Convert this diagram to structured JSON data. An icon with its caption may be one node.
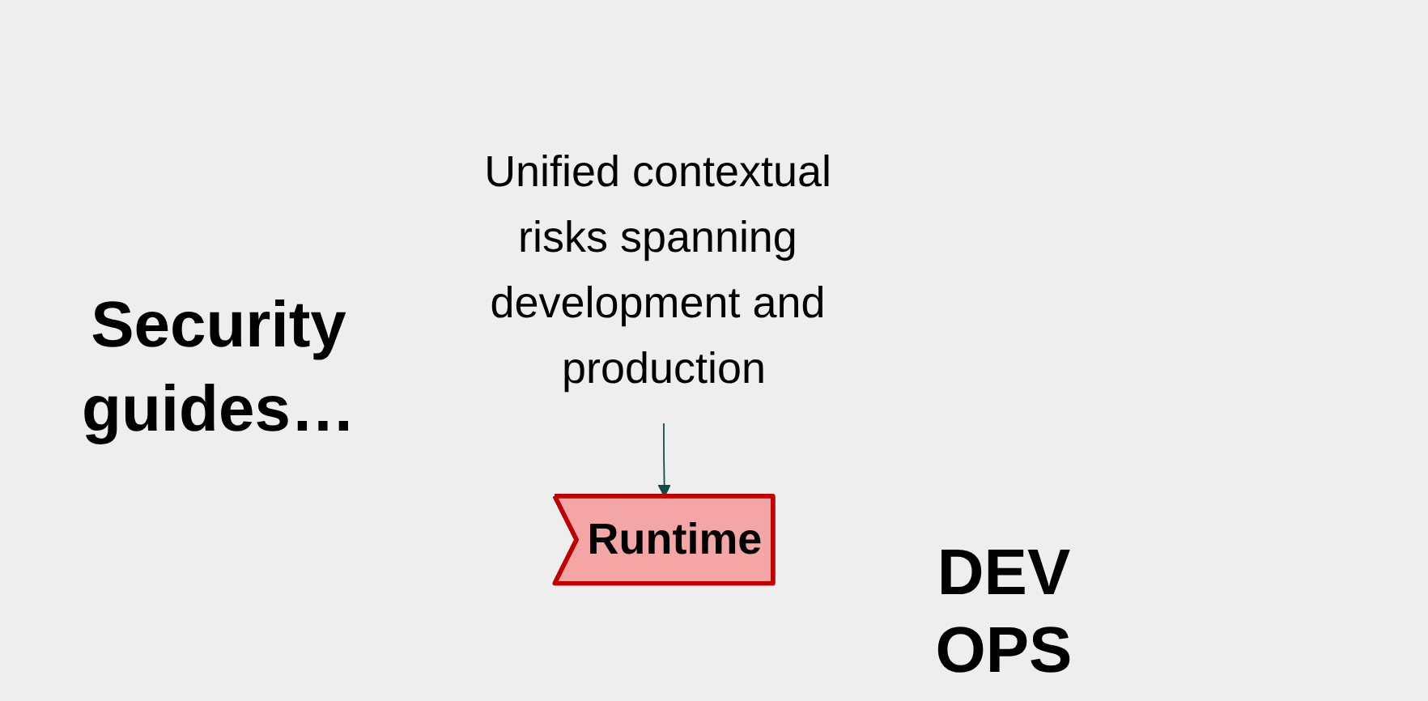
{
  "diagram": {
    "nodes": [
      {
        "text": [
          "Unified contextual risks spanning development and production"
        ]
      },
      {
        "text": [
          "Runtime"
        ]
      }
    ],
    "edges": [
      {
        "from": 0,
        "to": 1,
        "arrow": "to",
        "color": "#0d4f4a"
      }
    ],
    "labels": [
      "Security guides…",
      "DEV OPS"
    ]
  }
}
